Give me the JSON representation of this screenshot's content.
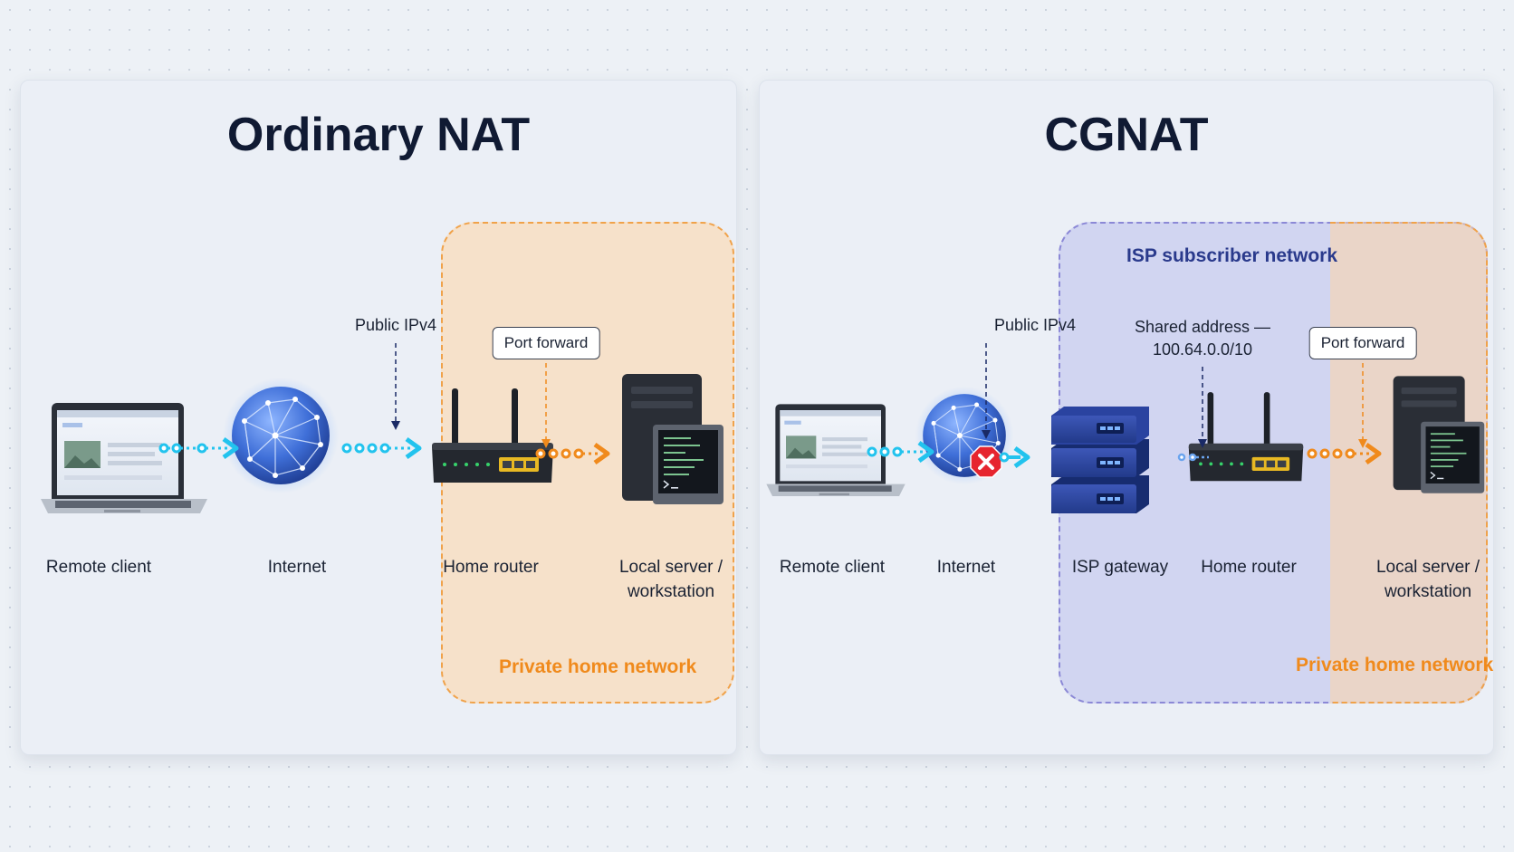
{
  "left": {
    "title": "Ordinary NAT",
    "nodes": {
      "remote_client": "Remote client",
      "internet": "Internet",
      "home_router": "Home router",
      "local_server_line1": "Local server /",
      "local_server_line2": "workstation"
    },
    "callouts": {
      "public_ipv4": "Public IPv4",
      "port_forward": "Port forward"
    },
    "zones": {
      "private_home_network": "Private home network"
    }
  },
  "right": {
    "title": "CGNAT",
    "nodes": {
      "remote_client": "Remote client",
      "internet": "Internet",
      "isp_gateway": "ISP gateway",
      "home_router": "Home router",
      "local_server_line1": "Local server /",
      "local_server_line2": "workstation"
    },
    "callouts": {
      "public_ipv4": "Public IPv4",
      "shared_address_line1": "Shared address —",
      "shared_address_line2": "100.64.0.0/10",
      "port_forward": "Port forward"
    },
    "zones": {
      "isp_subscriber_network": "ISP subscriber network",
      "private_home_network": "Private home network"
    },
    "blocked_marker": "x-octagon-icon"
  },
  "colors": {
    "internet_link": "#22c3ee",
    "lan_link": "#f08a1c",
    "home_zone_border": "#f0a24a",
    "isp_zone_border": "#8b88d6",
    "blocked": "#e6252f"
  }
}
